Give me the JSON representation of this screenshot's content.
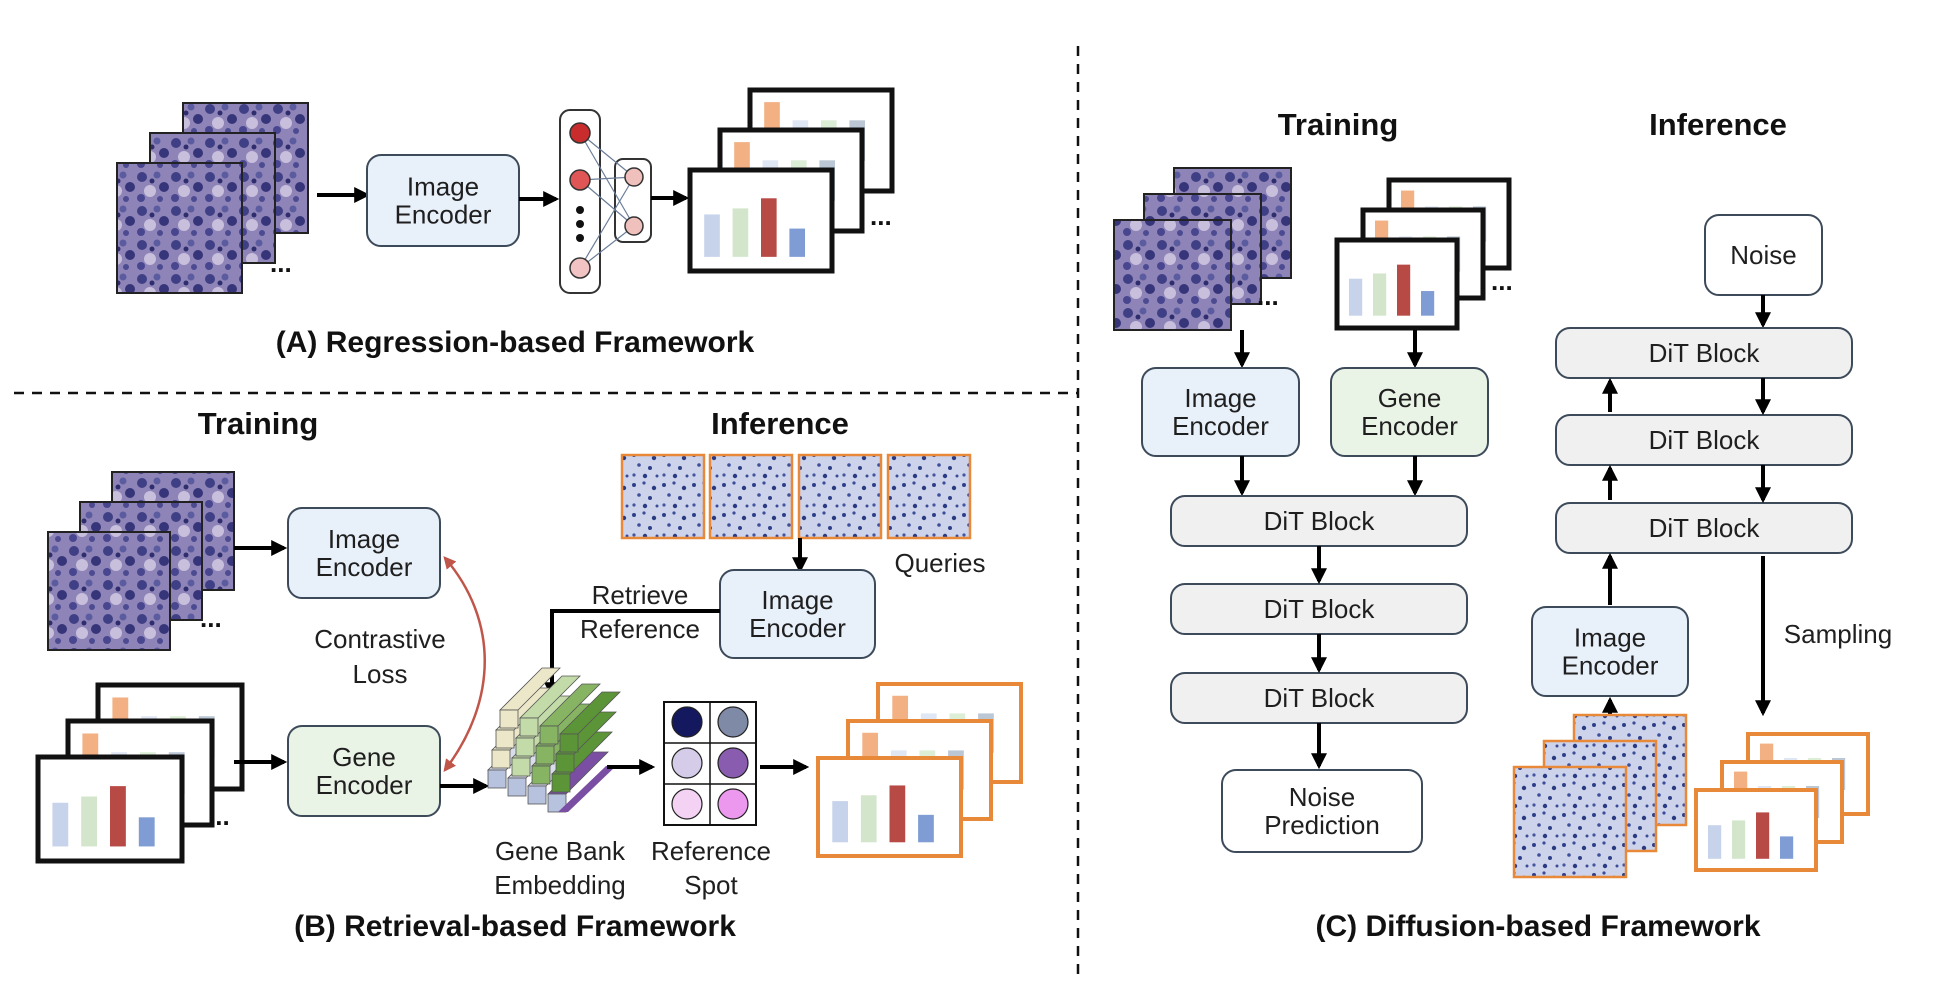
{
  "panelA": {
    "image_encoder": [
      "Image",
      "Encoder"
    ],
    "title": "(A) Regression-based Framework"
  },
  "panelB": {
    "training": "Training",
    "inference": "Inference",
    "image_encoder": [
      "Image",
      "Encoder"
    ],
    "gene_encoder": [
      "Gene",
      "Encoder"
    ],
    "contrastive_loss": [
      "Contrastive",
      "Loss"
    ],
    "queries": "Queries",
    "inference_encoder": [
      "Image",
      "Encoder"
    ],
    "retrieve_reference": [
      "Retrieve",
      "Reference"
    ],
    "gene_bank": [
      "Gene Bank",
      "Embedding"
    ],
    "reference_spot": [
      "Reference",
      "Spot"
    ],
    "title": "(B) Retrieval-based Framework"
  },
  "panelC": {
    "training": "Training",
    "inference": "Inference",
    "image_encoder": [
      "Image",
      "Encoder"
    ],
    "gene_encoder": [
      "Gene",
      "Encoder"
    ],
    "dit_train": [
      "DiT Block",
      "DiT Block",
      "DiT Block"
    ],
    "noise_prediction": [
      "Noise",
      "Prediction"
    ],
    "noise": "Noise",
    "dit_infer": [
      "DiT Block",
      "DiT Block",
      "DiT Block"
    ],
    "sampling": "Sampling",
    "inference_encoder": [
      "Image",
      "Encoder"
    ],
    "title": "(C) Diffusion-based Framework"
  },
  "ellipsis": "...",
  "colors": {
    "image_encoder_fill": "#e8f0fa",
    "gene_encoder_fill": "#eaf4e6",
    "dit_fill": "#f0f0f0",
    "noise_fill": "#fdf3ec",
    "inference_frame": "#e8893a",
    "contrastive_arc": "#c0554a"
  }
}
